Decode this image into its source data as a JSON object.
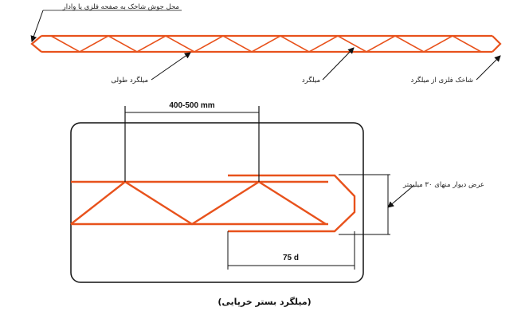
{
  "top_labels": {
    "weld_point": "محل جوش شاخک به صفحه فلزی یا وادار",
    "longitudinal_rebar": "میلگرد طولی",
    "rebar": "میلگرد",
    "rebar_branch": "شاخک فلزی از میلگرد"
  },
  "bottom_labels": {
    "spacing": "400-500 mm",
    "wall_width": "عرض دیوار منهای ۳۰ میلیمتر",
    "overlap": "75 d"
  },
  "caption": "(میلگرد بستر خرپایی)",
  "colors": {
    "rebar": "#e8521c",
    "line": "#111111"
  }
}
